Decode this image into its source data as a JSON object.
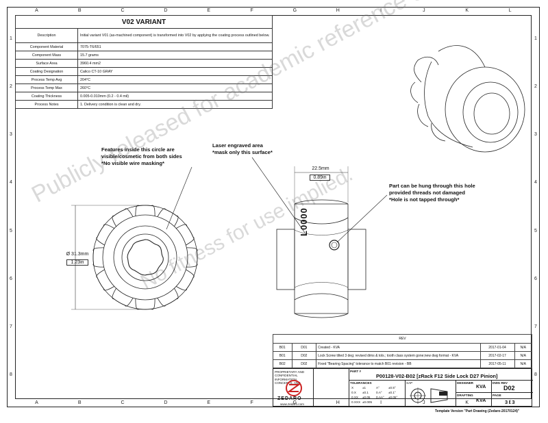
{
  "zones": {
    "cols": [
      "A",
      "B",
      "C",
      "D",
      "E",
      "F",
      "G",
      "H",
      "I",
      "J",
      "K",
      "L"
    ],
    "rows": [
      "1",
      "2",
      "3",
      "4",
      "5",
      "6",
      "7",
      "8"
    ]
  },
  "spec": {
    "title": "V02 VARIANT",
    "rows": [
      {
        "k": "Description",
        "v": "Initial variant V01 (as-machined component) is transformed into V02 by applying the coating process outlined below."
      },
      {
        "k": "Component Material",
        "v": "7075-T6/651"
      },
      {
        "k": "Component Mass",
        "v": "15.7 grams"
      },
      {
        "k": "Surface Area",
        "v": "3960.4 mm2"
      },
      {
        "k": "Coating Designation",
        "v": "Calico CT-10 GRAY"
      },
      {
        "k": "Process Temp Avg",
        "v": "204°C"
      },
      {
        "k": "Process Temp Max",
        "v": "260°C"
      },
      {
        "k": "Coating Thickness",
        "v": "0.005-0.010mm (0.2 - 0.4 mil)"
      },
      {
        "k": "Process Notes",
        "v": "1.          Delivery condition is clean and dry."
      }
    ]
  },
  "notes": {
    "features": [
      "Features inside this circle are",
      "visible/cosmetic from both sides",
      "*No visible wire masking*"
    ],
    "laser": [
      "Laser engraved area",
      "*mask only this surface*"
    ],
    "hang": [
      "Part can be hung through this hole",
      "provided threads not damaged",
      "*Hole is not tapped through*"
    ]
  },
  "dims": {
    "width_mm": "22.5mm",
    "width_in": "0.89in",
    "dia_mm": "Ø 31.3mm",
    "dia_in": "1.23in"
  },
  "engraving": "L0000",
  "watermark": {
    "line1": "Publicly released for academic reference only",
    "line2": "No fitness for use implied."
  },
  "rev": {
    "header": "REV",
    "rows": [
      {
        "rev": "B01",
        "dwg": "D01",
        "desc": "Created - KVA",
        "date": "2017-01-04",
        "by": "N/A"
      },
      {
        "rev": "B01",
        "dwg": "D02",
        "desc": "Lock Screw tilted 3 deg; revised dims & tols.; tooth class system gone;new dwg format - KVA",
        "date": "2017-02-17",
        "by": "N/A"
      },
      {
        "rev": "B02",
        "dwg": "D02",
        "desc": "Fixed \"Bearing Spacing\" tolerance to match B01 revision - BB",
        "date": "2017-05-11",
        "by": "N/A"
      }
    ]
  },
  "titleblock": {
    "proprietary": "PROPRIETARY AND CONFIDENTIAL INFORMATION, CONCEPTS, AND PROCEDURES PRESENTED IN THIS DOCUMENT ARE THE SOLE PROPERTY OF ZEDARO INC. AND SHALL NOT BE DUPLICATED, DISCLOSED OR USED IN WHOLE OR PART BY ANY THIRD PARTY UNDER ANY CIRCUMSTANCES WITHOUT EXPRESSED WRITTEN CONSENT",
    "logo_text": "ZEDARO",
    "website": "www.zedaro.com",
    "part_label": "PART #",
    "part_number": "P00128-V02-B02 [zRack F12 Side Lock D27 Pinion]",
    "tol_label": "TOLERANCES",
    "tol_rows": [
      [
        "X",
        "±1",
        "A°",
        "±0.5°"
      ],
      [
        "0.X",
        "±0.1",
        "0.A°",
        "±0.1°"
      ],
      [
        "0.XX",
        "±0.05",
        "0.AA°",
        "±0.05°"
      ],
      [
        "0.XXX",
        "±0.005",
        "",
        ""
      ]
    ],
    "sap_label": "SAP",
    "designer_label": "DESIGNER",
    "designer": "KVA",
    "drafting_label": "DRAFTING",
    "drafting": "KVA",
    "dwg_rev_label": "DWG REV",
    "dwg_rev": "D02",
    "page_label": "PAGE",
    "page": "3 / 3",
    "template": "Template Version \"Part Drawing (Zedaro-20170124)\""
  }
}
